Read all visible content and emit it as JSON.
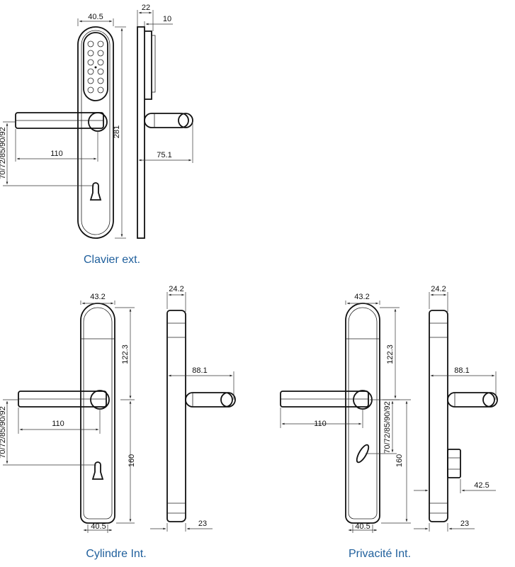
{
  "captions": {
    "clavier": "Clavier ext.",
    "cylindre": "Cylindre Int.",
    "privacite": "Privacité Int."
  },
  "dims": {
    "clavier": {
      "width_top": "40.5",
      "side_22": "22",
      "side_10": "10",
      "height": "281",
      "lever": "110",
      "projection": "75.1",
      "axis": "70/72/85/90/92"
    },
    "cylindre": {
      "width_top": "43.2",
      "side_top": "24.2",
      "upper": "122.3",
      "projection": "88.1",
      "lever": "110",
      "lower": "160",
      "width_bottom": "40.5",
      "side_bottom": "23",
      "axis": "70/72/85/90/92"
    },
    "privacite": {
      "width_top": "43.2",
      "side_top": "24.2",
      "upper": "122.3",
      "projection": "88.1",
      "lever": "110",
      "axis": "70/72/85/90/92",
      "lower": "160",
      "knob": "42.5",
      "width_bottom": "40.5",
      "side_bottom": "23"
    }
  },
  "colors": {
    "caption": "#1f5f9c",
    "line": "#111111"
  }
}
